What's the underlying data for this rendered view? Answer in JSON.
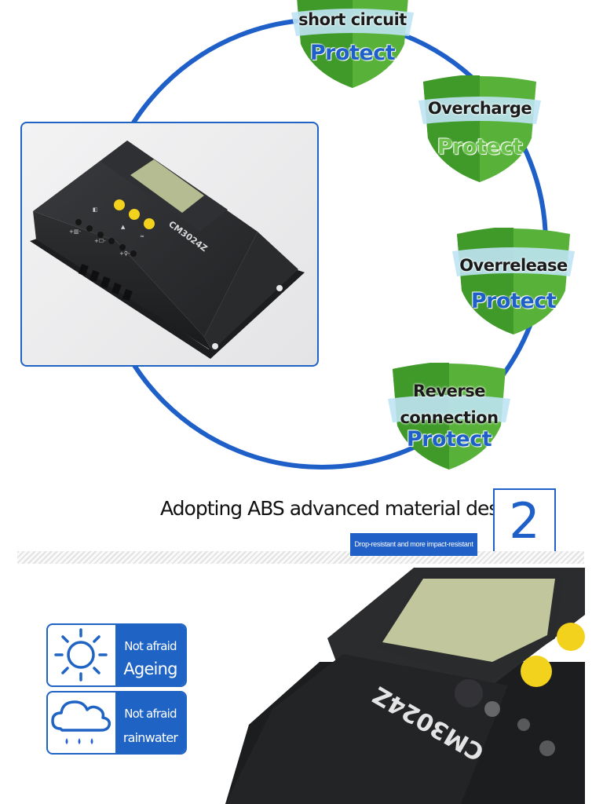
{
  "protections": [
    {
      "label": "short circuit",
      "protect": "Protect"
    },
    {
      "label": "Overcharge",
      "protect": "Protect"
    },
    {
      "label": "Overrelease",
      "protect": "Protect"
    },
    {
      "label_line1": "Reverse",
      "label_line2": "connection",
      "protect": "Protect"
    }
  ],
  "product": {
    "model": "CM3024Z"
  },
  "material": {
    "headline": "Adopting ABS advanced material design",
    "subtitle": "Drop-resistant and more impact-resistant",
    "number": "2"
  },
  "features": [
    {
      "icon": "sun-icon",
      "line1": "Not afraid",
      "line2": "Ageing"
    },
    {
      "icon": "rain-cloud-icon",
      "line1": "Not afraid",
      "line2": "rainwater"
    }
  ],
  "closeup": {
    "model": "CM3024Z"
  },
  "colors": {
    "accent": "#1f63c4",
    "shield_green": "#58b23a",
    "device_body": "#262729",
    "lcd": "#c9cfa2",
    "button_yellow": "#f2d21d"
  }
}
